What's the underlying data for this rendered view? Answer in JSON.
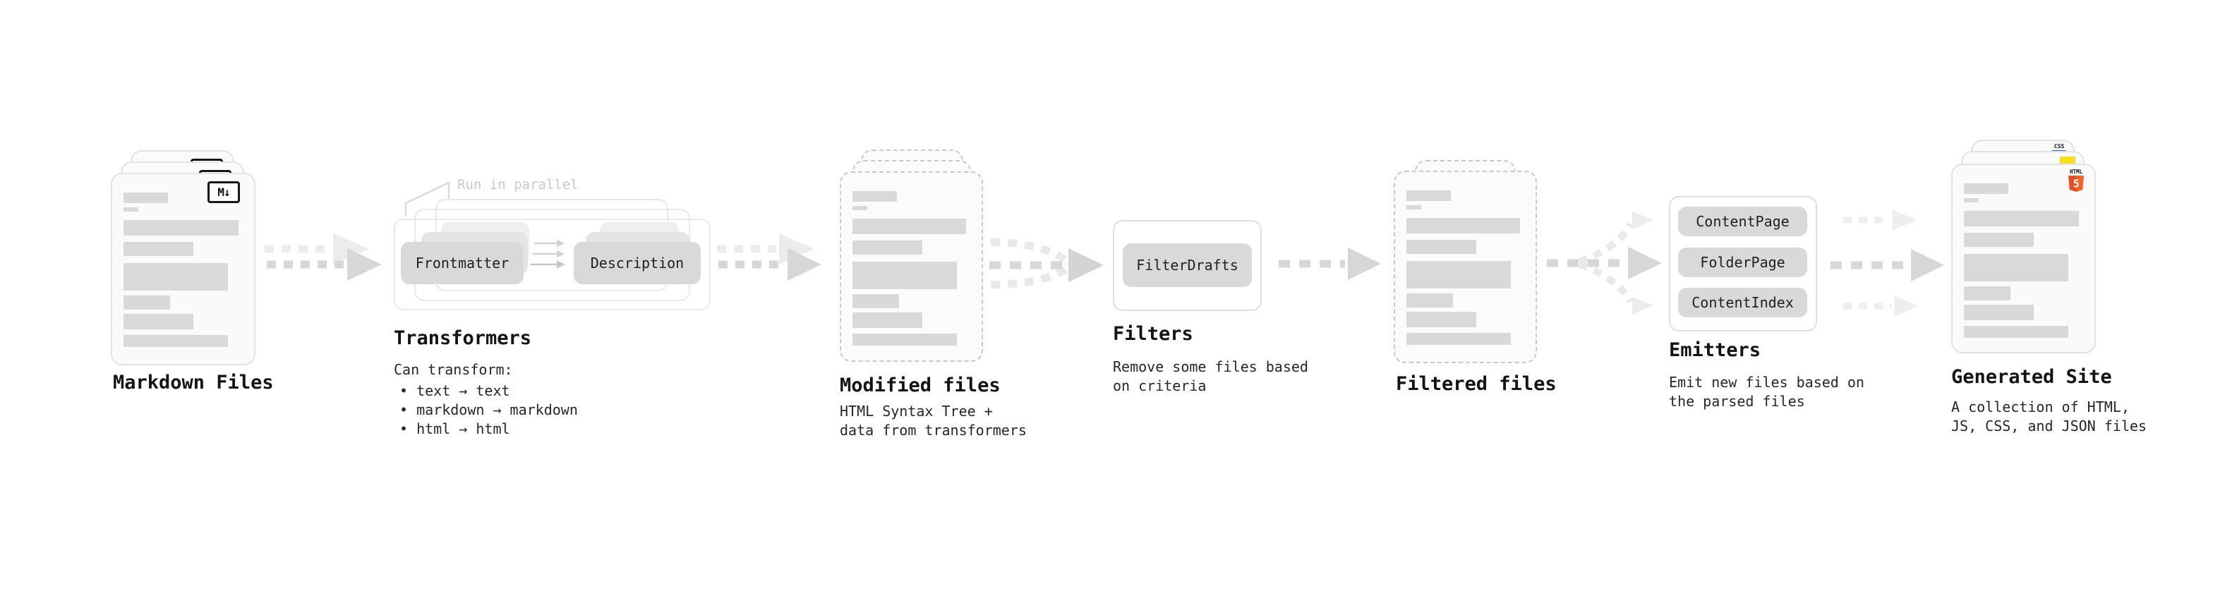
{
  "diagram": {
    "annotation": "Run in parallel",
    "badges": {
      "md": "M↓",
      "css": "CSS",
      "html_word": "HTML",
      "html_num": "5"
    },
    "colors": {
      "bar_gray": "#d9d9d9",
      "button_gray": "#d9d9d9",
      "arrow_dark": "#d7d7d7",
      "arrow_light": "#ececec",
      "annotation_gray": "#c9c9c9",
      "css_blue": "#2965f1",
      "js_yellow": "#f7df1e",
      "html5_orange": "#e44d26"
    },
    "sections": [
      {
        "title": "Markdown Files",
        "subtitle": []
      },
      {
        "title": "Transformers",
        "subtitle": [
          "Can transform:",
          "• text → text",
          "• markdown → markdown",
          "• html → html"
        ],
        "buttons": [
          "Frontmatter",
          "Description"
        ]
      },
      {
        "title": "Modified files",
        "subtitle": [
          "HTML Syntax Tree +",
          "data from transformers"
        ]
      },
      {
        "title": "Filters",
        "subtitle": [
          "Remove some files based",
          "on criteria"
        ],
        "buttons": [
          "FilterDrafts"
        ]
      },
      {
        "title": "Filtered files",
        "subtitle": []
      },
      {
        "title": "Emitters",
        "subtitle": [
          "Emit new files based on",
          "the parsed files"
        ],
        "buttons": [
          "ContentPage",
          "FolderPage",
          "ContentIndex"
        ]
      },
      {
        "title": "Generated Site",
        "subtitle": [
          "A collection of HTML,",
          "JS, CSS, and JSON files"
        ]
      }
    ]
  }
}
